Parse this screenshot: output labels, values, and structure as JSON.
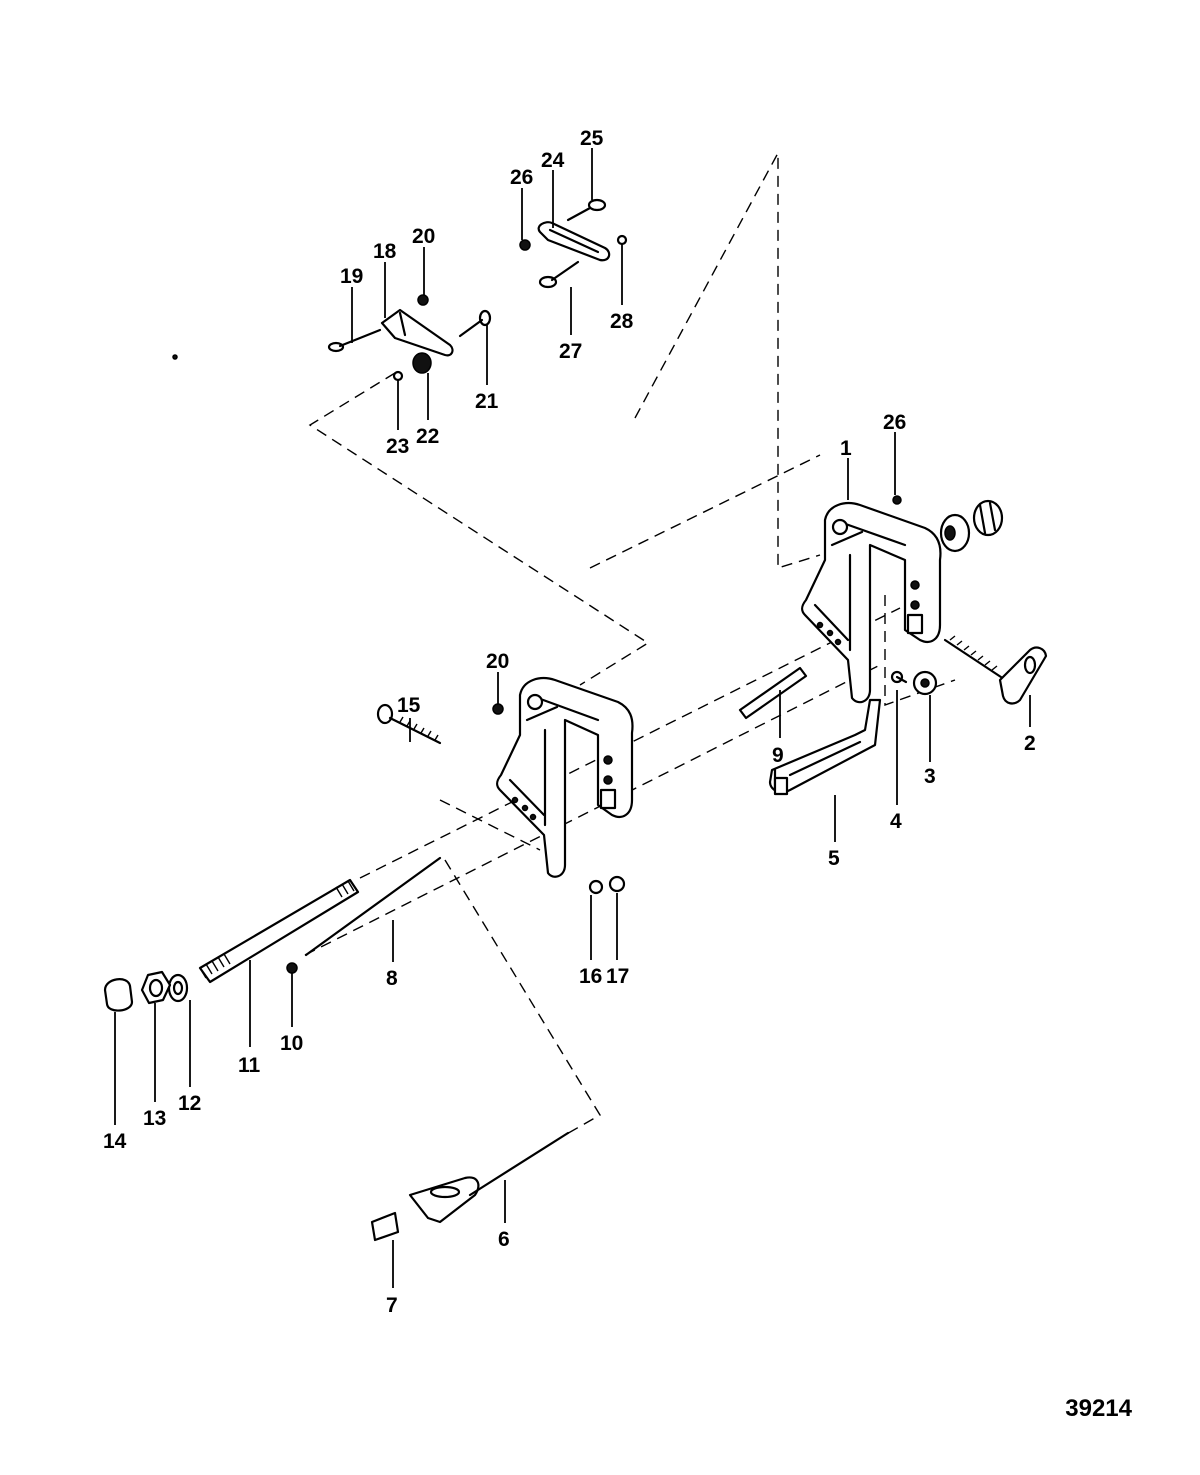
{
  "figure_number": "39214",
  "callouts": {
    "c1": "1",
    "c2": "2",
    "c3": "3",
    "c4": "4",
    "c5": "5",
    "c6": "6",
    "c7": "7",
    "c8": "8",
    "c9": "9",
    "c10": "10",
    "c11": "11",
    "c12": "12",
    "c13": "13",
    "c14": "14",
    "c15": "15",
    "c16": "16",
    "c17": "17",
    "c18": "18",
    "c19": "19",
    "c20a": "20",
    "c20b": "20",
    "c21": "21",
    "c22": "22",
    "c23": "23",
    "c24": "24",
    "c25": "25",
    "c26a": "26",
    "c26b": "26",
    "c27": "27",
    "c28": "28"
  }
}
